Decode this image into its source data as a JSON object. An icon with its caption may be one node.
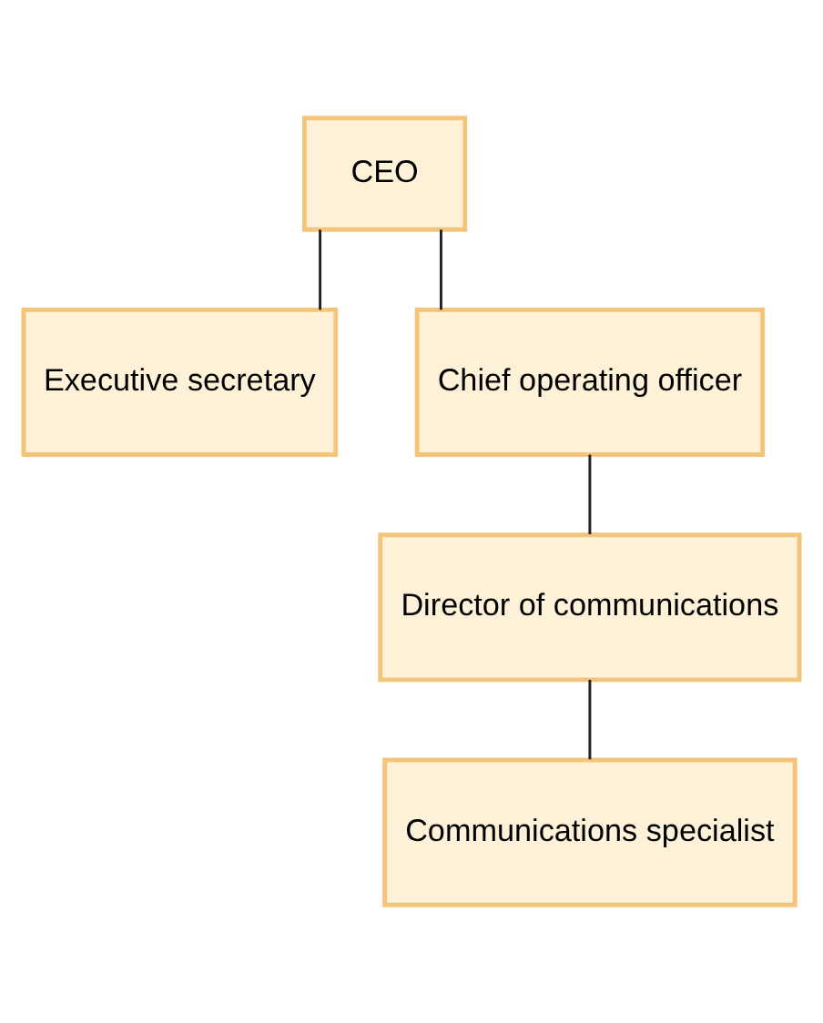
{
  "diagram": {
    "nodes": [
      {
        "text": [
          "CEO"
        ]
      },
      {
        "text": [
          "Executive secretary"
        ]
      },
      {
        "text": [
          "Chief operating officer"
        ]
      },
      {
        "text": [
          "Director of communications"
        ]
      },
      {
        "text": [
          "Communications specialist"
        ]
      }
    ],
    "edges": [
      {
        "from": 0,
        "to": 1,
        "arrow": "none"
      },
      {
        "from": 0,
        "to": 2,
        "arrow": "none"
      },
      {
        "from": 2,
        "to": 3,
        "arrow": "none"
      },
      {
        "from": 3,
        "to": 4,
        "arrow": "none"
      }
    ]
  }
}
